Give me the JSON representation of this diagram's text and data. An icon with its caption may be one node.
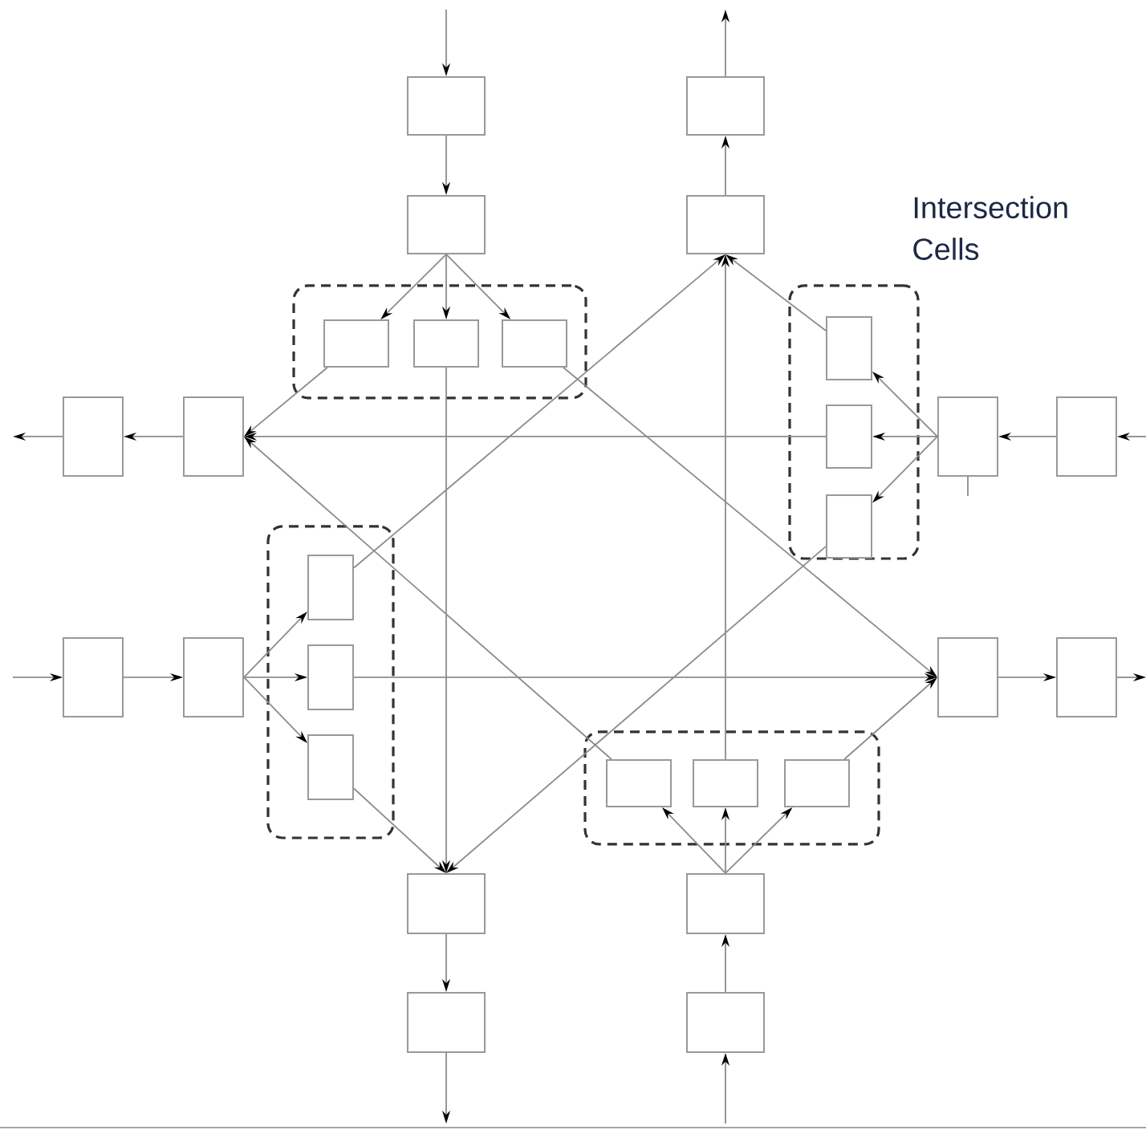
{
  "diagram": {
    "nodes": [
      {
        "text": [],
        "shape": "box"
      },
      {
        "text": [],
        "shape": "box"
      },
      {
        "text": [],
        "shape": "box"
      },
      {
        "text": [],
        "shape": "box"
      },
      {
        "text": [],
        "shape": "box"
      },
      {
        "text": [],
        "shape": "box",
        "in": 4
      },
      {
        "text": [],
        "shape": "box",
        "in": 4
      },
      {
        "text": [],
        "shape": "box",
        "in": 4
      },
      {
        "text": [],
        "shape": "box"
      },
      {
        "text": [],
        "shape": "box",
        "in": 8
      },
      {
        "text": [],
        "shape": "box",
        "in": 8
      },
      {
        "text": [],
        "shape": "box",
        "in": 8
      },
      {
        "text": [],
        "shape": "box"
      },
      {
        "text": [],
        "shape": "box"
      },
      {
        "text": [],
        "shape": "box"
      },
      {
        "text": [],
        "shape": "box"
      },
      {
        "text": [],
        "shape": "box"
      },
      {
        "text": [],
        "shape": "box",
        "in": 16
      },
      {
        "text": [],
        "shape": "box",
        "in": 16
      },
      {
        "text": [],
        "shape": "box",
        "in": 16
      },
      {
        "text": [],
        "shape": "box"
      },
      {
        "text": [],
        "shape": "box"
      },
      {
        "text": [],
        "shape": "box"
      },
      {
        "text": [],
        "shape": "box"
      },
      {
        "text": [],
        "shape": "box"
      },
      {
        "text": [],
        "shape": "box",
        "in": 24
      },
      {
        "text": [],
        "shape": "box",
        "in": 24
      },
      {
        "text": [],
        "shape": "box",
        "in": 24
      },
      {
        "text": [],
        "shape": "box"
      },
      {
        "text": [],
        "shape": "box"
      },
      {
        "text": [],
        "shape": "box"
      },
      {
        "text": [],
        "shape": "box"
      }
    ],
    "edges": [
      {
        "from": null,
        "to": 0,
        "arrow": "to"
      },
      {
        "from": 0,
        "to": 2,
        "arrow": "to"
      },
      {
        "from": 2,
        "to": 5,
        "arrow": "to"
      },
      {
        "from": 2,
        "to": 6,
        "arrow": "to"
      },
      {
        "from": 2,
        "to": 7,
        "arrow": "to"
      },
      {
        "from": 5,
        "to": 13,
        "arrow": "to"
      },
      {
        "from": 6,
        "to": 28,
        "arrow": "to"
      },
      {
        "from": 7,
        "to": 22,
        "arrow": "to"
      },
      {
        "from": 3,
        "to": 1,
        "arrow": "to"
      },
      {
        "from": 1,
        "to": null,
        "arrow": "to"
      },
      {
        "from": null,
        "to": 15,
        "arrow": "to"
      },
      {
        "from": 15,
        "to": 14,
        "arrow": "to"
      },
      {
        "from": 14,
        "to": 9,
        "arrow": "to"
      },
      {
        "from": 14,
        "to": 10,
        "arrow": "to"
      },
      {
        "from": 14,
        "to": 11,
        "arrow": "to"
      },
      {
        "from": 9,
        "to": 3,
        "arrow": "to"
      },
      {
        "from": 10,
        "to": 13,
        "arrow": "to"
      },
      {
        "from": 11,
        "to": 28,
        "arrow": "to"
      },
      {
        "from": 13,
        "to": 12,
        "arrow": "to"
      },
      {
        "from": 12,
        "to": null,
        "arrow": "to"
      },
      {
        "from": null,
        "to": 20,
        "arrow": "to"
      },
      {
        "from": 20,
        "to": 21,
        "arrow": "to"
      },
      {
        "from": 21,
        "to": 17,
        "arrow": "to"
      },
      {
        "from": 21,
        "to": 18,
        "arrow": "to"
      },
      {
        "from": 21,
        "to": 19,
        "arrow": "to"
      },
      {
        "from": 17,
        "to": 3,
        "arrow": "to"
      },
      {
        "from": 18,
        "to": 22,
        "arrow": "to"
      },
      {
        "from": 19,
        "to": 28,
        "arrow": "to"
      },
      {
        "from": 22,
        "to": 23,
        "arrow": "to"
      },
      {
        "from": 23,
        "to": null,
        "arrow": "to"
      },
      {
        "from": null,
        "to": 31,
        "arrow": "to"
      },
      {
        "from": 31,
        "to": 29,
        "arrow": "to"
      },
      {
        "from": 29,
        "to": 25,
        "arrow": "to"
      },
      {
        "from": 29,
        "to": 26,
        "arrow": "to"
      },
      {
        "from": 29,
        "to": 27,
        "arrow": "to"
      },
      {
        "from": 25,
        "to": 13,
        "arrow": "to"
      },
      {
        "from": 26,
        "to": 3,
        "arrow": "to"
      },
      {
        "from": 27,
        "to": 22,
        "arrow": "to"
      },
      {
        "from": 28,
        "to": 30,
        "arrow": "to"
      },
      {
        "from": 30,
        "to": null,
        "arrow": "to"
      }
    ],
    "labels": [
      "Intersection Cells"
    ]
  }
}
